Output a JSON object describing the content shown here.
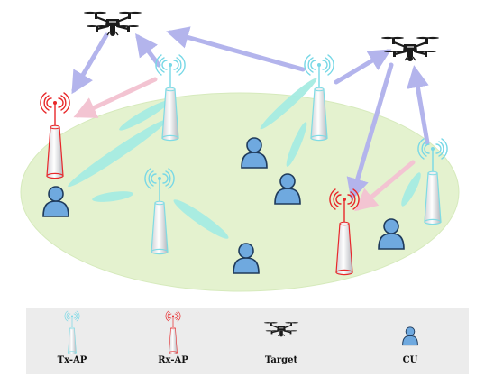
{
  "colors": {
    "coverage": "#e4f2cf",
    "coverage_stroke": "#d6eabc",
    "beam": "#a6ece2",
    "tx_signal": "#78d8e6",
    "rx": "#e8282a",
    "cu_body": "#6fa9df",
    "cu_stroke": "#1f3b5c",
    "arrow_uav": "#b3b4ec",
    "arrow_rx": "#f3c4d2",
    "legend_bg": "#ececec"
  },
  "legend": {
    "items": [
      {
        "icon": "tx-ap-icon",
        "label": "Tx-AP"
      },
      {
        "icon": "rx-ap-icon",
        "label": "Rx-AP"
      },
      {
        "icon": "uav-target-icon",
        "label": "Target"
      },
      {
        "icon": "cu-icon",
        "label": "CU"
      }
    ]
  }
}
